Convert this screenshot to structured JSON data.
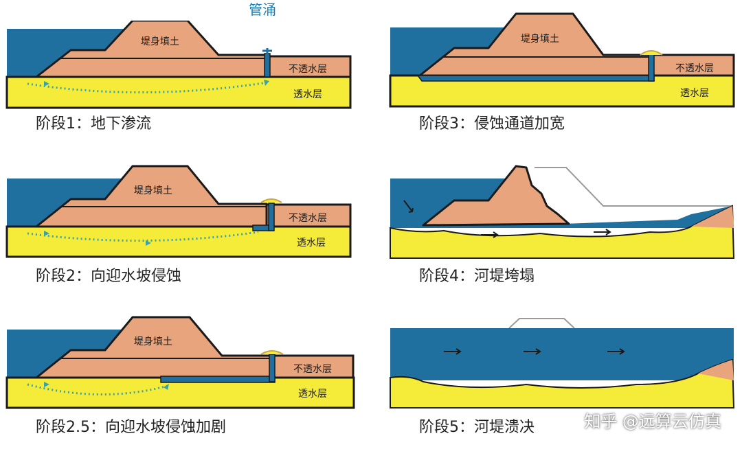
{
  "labels": {
    "embankment": "堤身填土",
    "impermeable": "不透水层",
    "permeable": "透水层",
    "piping": "管涌"
  },
  "stages": [
    {
      "caption": "阶段1：地下渗流"
    },
    {
      "caption": "阶段2：向迎水坡侵蚀"
    },
    {
      "caption": "阶段2.5：向迎水坡侵蚀加剧"
    },
    {
      "caption": "阶段3：侵蚀通道加宽"
    },
    {
      "caption": "阶段4：河堤垮塌"
    },
    {
      "caption": "阶段5：河堤溃决"
    }
  ],
  "watermark": "知乎 @远算云仿真",
  "colors": {
    "water": "#1f6f9f",
    "clay": "#e8a47c",
    "sand": "#f5ec3a",
    "flow": "#3aa3a3",
    "outline": "#1a1a1a",
    "piping_label": "#1f7fb0"
  }
}
